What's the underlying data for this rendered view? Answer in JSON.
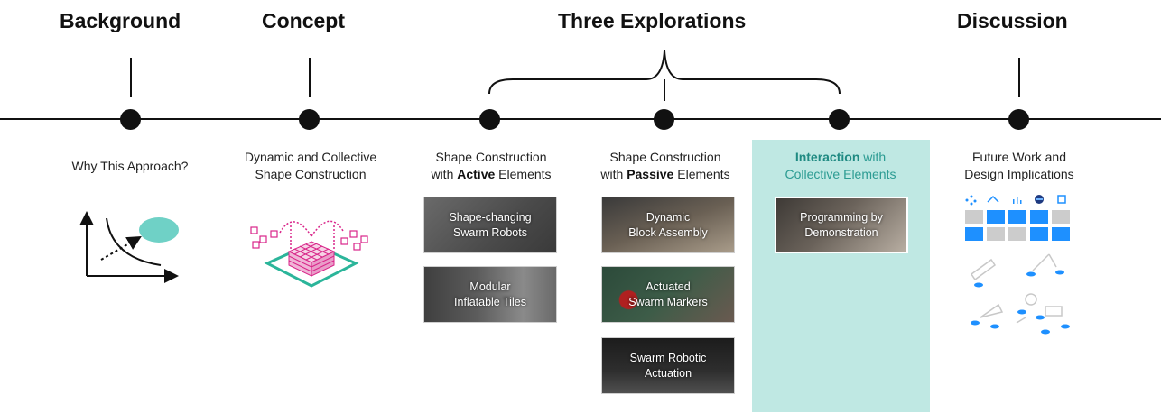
{
  "headings": {
    "background": "Background",
    "concept": "Concept",
    "three_explorations": "Three Explorations",
    "discussion": "Discussion"
  },
  "sections": {
    "background": "Why This Approach?",
    "concept_line1": "Dynamic and Collective",
    "concept_line2": "Shape Construction",
    "active_line1": "Shape Construction",
    "active_pre": "with ",
    "active_bold": "Active",
    "active_post": " Elements",
    "passive_line1": "Shape Construction",
    "passive_pre": "with ",
    "passive_bold": "Passive",
    "passive_post": " Elements",
    "interaction_bold": "Interaction",
    "interaction_post": " with",
    "interaction_line2": "Collective Elements",
    "discussion_line1": "Future Work and",
    "discussion_line2": "Design Implications"
  },
  "cards": {
    "active": [
      {
        "line1": "Shape-changing",
        "line2": "Swarm Robots"
      },
      {
        "line1": "Modular",
        "line2": "Inflatable Tiles"
      }
    ],
    "passive": [
      {
        "line1": "Dynamic",
        "line2": "Block Assembly"
      },
      {
        "line1": "Actuated",
        "line2": "Swarm Markers"
      },
      {
        "line1": "Swarm Robotic",
        "line2": "Actuation"
      }
    ],
    "interaction": [
      {
        "line1": "Programming by",
        "line2": "Demonstration"
      }
    ]
  },
  "colors": {
    "highlight_panel": "#bfe8e3",
    "highlight_text": "#2b9b92",
    "concept_pink": "#d9268a",
    "concept_green": "#2bb59a",
    "background_blob": "#6fd1c6",
    "discussion_blue": "#1e90ff",
    "discussion_gray": "#cccccc"
  }
}
